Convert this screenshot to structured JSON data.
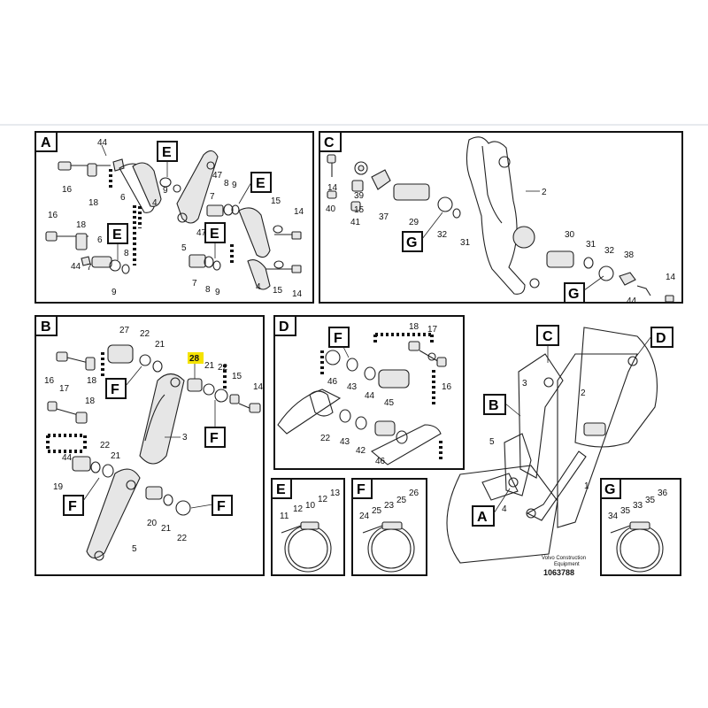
{
  "panels": {
    "A": {
      "label": "A"
    },
    "B": {
      "label": "B"
    },
    "C": {
      "label": "C"
    },
    "D": {
      "label": "D"
    },
    "E": {
      "label": "E"
    },
    "F": {
      "label": "F"
    },
    "G": {
      "label": "G"
    }
  },
  "refs": {
    "E": "E",
    "F": "F",
    "G": "G",
    "A": "A",
    "B": "B",
    "C": "C",
    "D": "D"
  },
  "part_numbers": {
    "p1": "1",
    "p2": "2",
    "p3": "3",
    "p4": "4",
    "p5": "5",
    "p6": "6",
    "p7": "7",
    "p8": "8",
    "p9": "9",
    "p10": "10",
    "p11": "11",
    "p12": "12",
    "p13": "13",
    "p14": "14",
    "p15": "15",
    "p16": "16",
    "p17": "17",
    "p18": "18",
    "p19": "19",
    "p20": "20",
    "p21": "21",
    "p22": "22",
    "p23": "23",
    "p24": "24",
    "p25": "25",
    "p26": "26",
    "p27": "27",
    "p28": "28",
    "p29": "29",
    "p30": "30",
    "p31": "31",
    "p32": "32",
    "p33": "33",
    "p34": "34",
    "p35": "35",
    "p36": "36",
    "p37": "37",
    "p38": "38",
    "p39": "39",
    "p40": "40",
    "p41": "41",
    "p42": "42",
    "p43": "43",
    "p44": "44",
    "p45": "45",
    "p46": "46",
    "p47": "47"
  },
  "highlighted_part": "28",
  "highlight_color": "#f5e300",
  "footer": {
    "brand_line1": "Volvo Construction",
    "brand_line2": "Equipment",
    "drawing_number": "1063788"
  }
}
